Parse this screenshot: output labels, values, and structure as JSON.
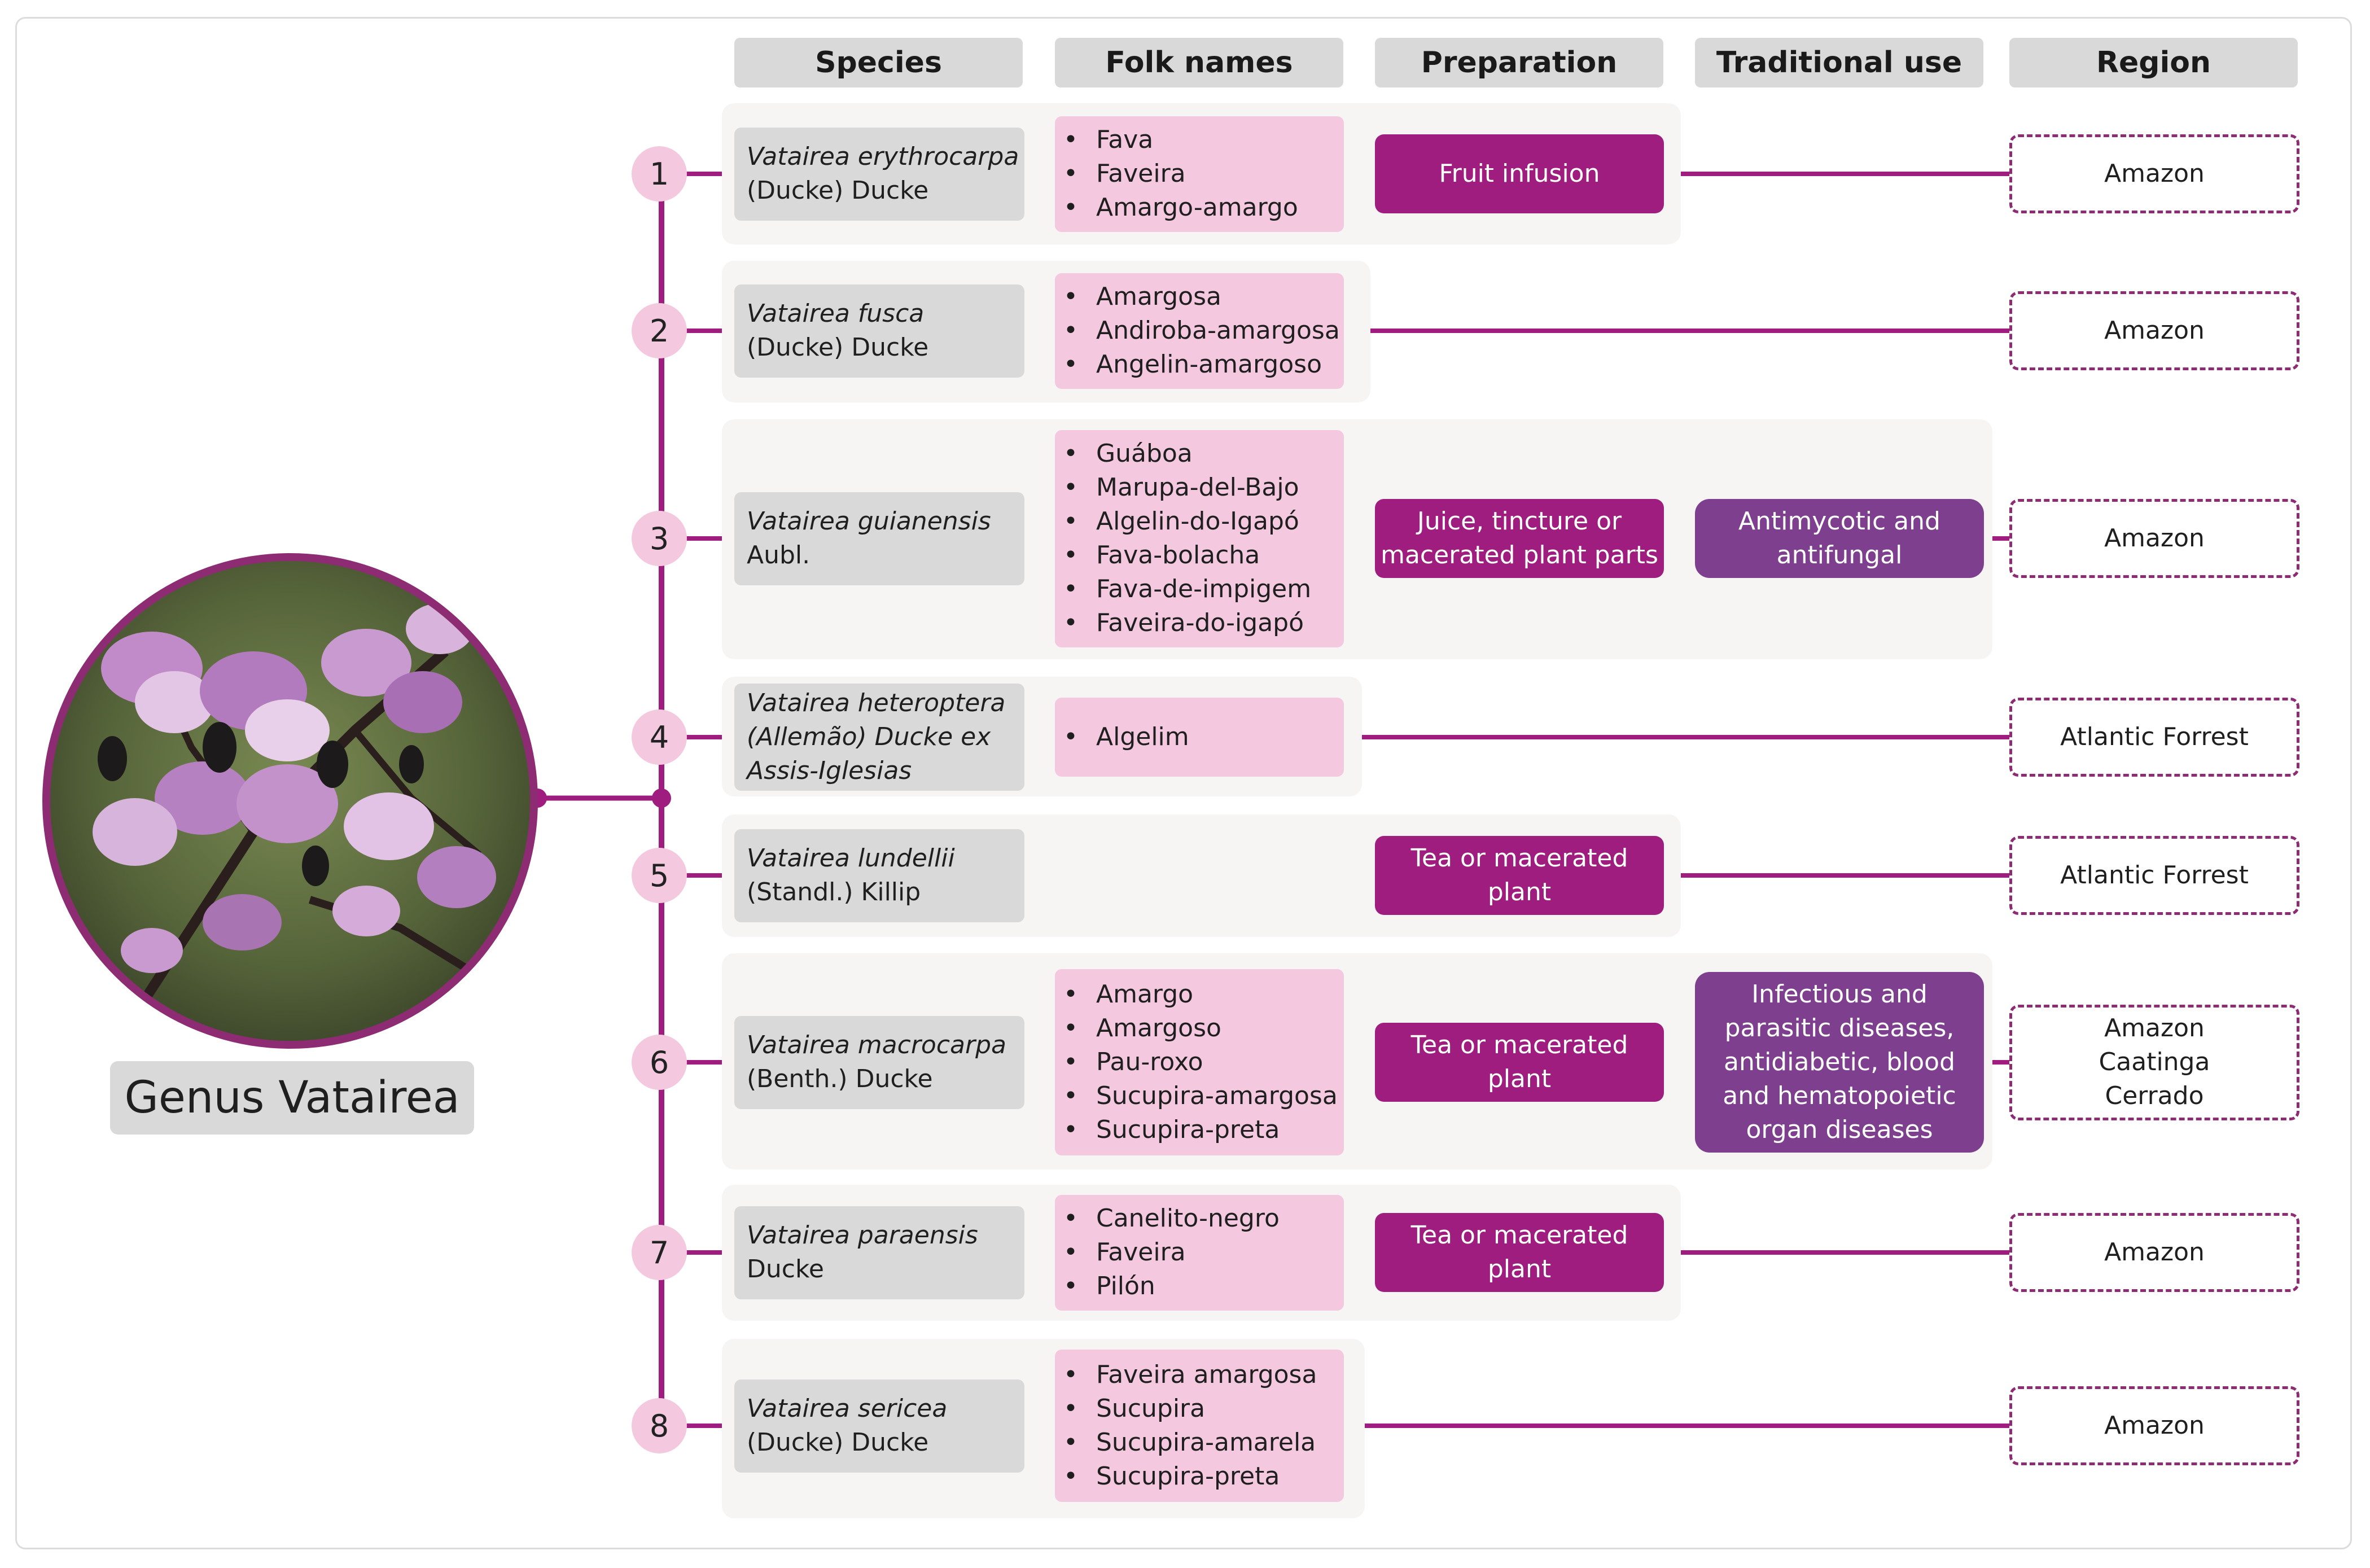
{
  "headers": {
    "species": "Species",
    "folk_names": "Folk names",
    "preparation": "Preparation",
    "traditional_use": "Traditional use",
    "region": "Region"
  },
  "genus_label": "Genus Vatairea",
  "colors": {
    "line": "#9e1d7f",
    "number_bubble": "#f4c9df",
    "folk_box": "#f4c9df",
    "preparation_box": "#9e1d7f",
    "use_box": "#7e3f8e",
    "region_border": "#8d2b73",
    "header_bg": "#d9d9d9"
  },
  "rows": [
    {
      "number": "1",
      "species_sci": "Vatairea erythrocarpa",
      "species_auth": "(Ducke) Ducke",
      "folk_names": [
        "Fava",
        "Faveira",
        "Amargo-amargo"
      ],
      "preparation": "Fruit infusion",
      "traditional_use": "",
      "region": "Amazon"
    },
    {
      "number": "2",
      "species_sci": "Vatairea fusca",
      "species_auth": "(Ducke) Ducke",
      "folk_names": [
        "Amargosa",
        "Andiroba-amargosa",
        "Angelin-amargoso"
      ],
      "preparation": "",
      "traditional_use": "",
      "region": "Amazon"
    },
    {
      "number": "3",
      "species_sci": "Vatairea guianensis",
      "species_auth": "Aubl.",
      "folk_names": [
        "Guáboa",
        "Marupa-del-Bajo",
        "Algelin-do-Igapó",
        "Fava-bolacha",
        "Fava-de-impigem",
        "Faveira-do-igapó"
      ],
      "preparation": "Juice, tincture or macerated plant parts",
      "traditional_use": "Antimycotic and antifungal",
      "region": "Amazon"
    },
    {
      "number": "4",
      "species_sci": "Vatairea heteroptera (Allemão) Ducke ex Assis-Iglesias",
      "species_auth": "",
      "folk_names": [
        "Algelim"
      ],
      "preparation": "",
      "traditional_use": "",
      "region": "Atlantic Forrest"
    },
    {
      "number": "5",
      "species_sci": "Vatairea lundellii",
      "species_auth": "(Standl.) Killip",
      "folk_names": [],
      "preparation": "Tea or macerated plant",
      "traditional_use": "",
      "region": "Atlantic Forrest"
    },
    {
      "number": "6",
      "species_sci": "Vatairea macrocarpa",
      "species_auth": "(Benth.) Ducke",
      "folk_names": [
        "Amargo",
        "Amargoso",
        "Pau-roxo",
        "Sucupira-amargosa",
        "Sucupira-preta"
      ],
      "preparation": "Tea or macerated plant",
      "traditional_use": "Infectious and parasitic diseases, antidiabetic, blood and hematopoietic organ diseases",
      "region": "Amazon Caatinga Cerrado"
    },
    {
      "number": "7",
      "species_sci": "Vatairea paraensis",
      "species_auth": "Ducke",
      "folk_names": [
        "Canelito-negro",
        "Faveira",
        "Pilón"
      ],
      "preparation": "Tea or macerated plant",
      "traditional_use": "",
      "region": "Amazon"
    },
    {
      "number": "8",
      "species_sci": "Vatairea sericea",
      "species_auth": "(Ducke) Ducke",
      "folk_names": [
        "Faveira amargosa",
        "Sucupira",
        "Sucupira-amarela",
        "Sucupira-preta"
      ],
      "preparation": "",
      "traditional_use": "",
      "region": "Amazon"
    }
  ]
}
